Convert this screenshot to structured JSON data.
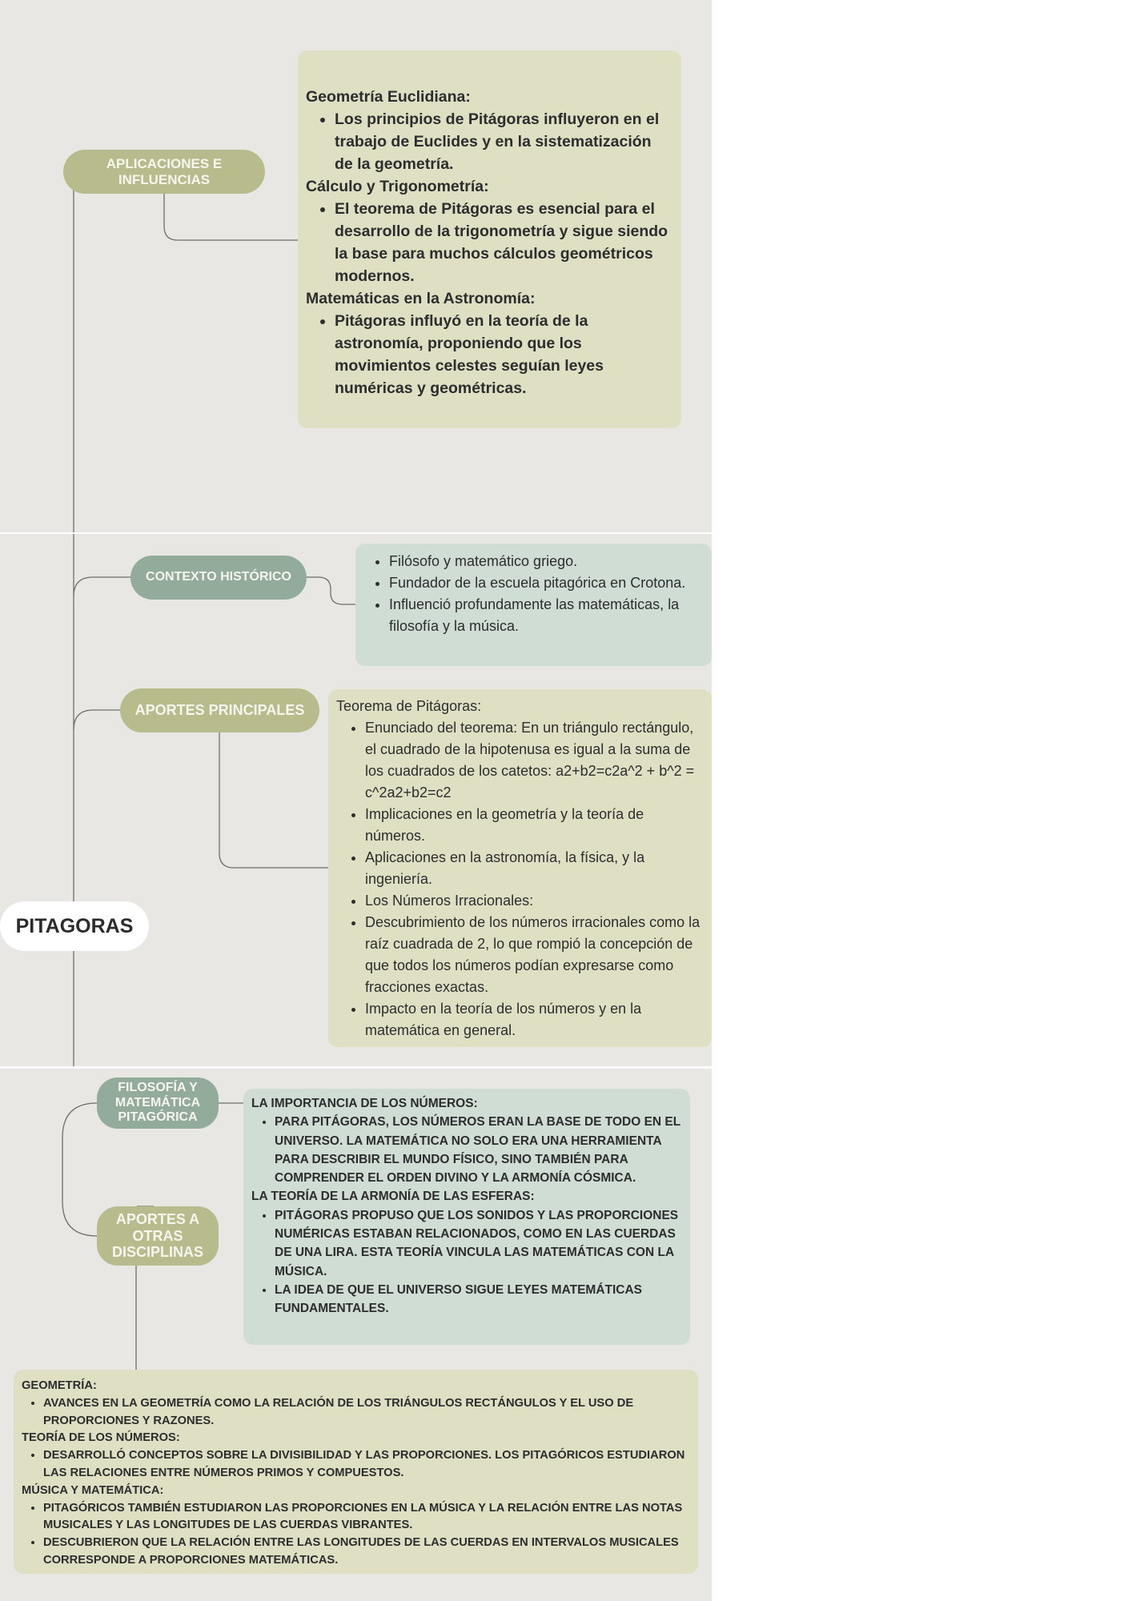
{
  "root": {
    "label": "PITAGORAS"
  },
  "nodes": {
    "aplicaciones": "APLICACIONES E INFLUENCIAS",
    "contexto": "CONTEXTO HISTÓRICO",
    "aportes": "APORTES PRINCIPALES",
    "filosofia": "FILOSOFÍA Y MATEMÁTICA PITAGÓRICA",
    "disciplinas": "APORTES A OTRAS DISCIPLINAS"
  },
  "aplicaciones_box": {
    "sections": [
      {
        "title": "Geometría Euclidiana:",
        "items": [
          "Los principios de Pitágoras influyeron en el trabajo de Euclides y en la sistematización de la geometría."
        ]
      },
      {
        "title": "Cálculo y Trigonometría:",
        "items": [
          "El teorema de Pitágoras es esencial para el desarrollo de la trigonometría y sigue siendo la base para muchos cálculos geométricos modernos."
        ]
      },
      {
        "title": "Matemáticas en la Astronomía:",
        "items": [
          "Pitágoras influyó en la teoría de la astronomía, proponiendo que los movimientos celestes seguían leyes numéricas y geométricas."
        ]
      }
    ]
  },
  "contexto_box": {
    "items": [
      "Filósofo y matemático griego.",
      "Fundador de la escuela pitagórica en Crotona.",
      "Influenció profundamente las matemáticas, la filosofía y la música."
    ]
  },
  "aportes_box": {
    "title": "Teorema de Pitágoras:",
    "items": [
      "Enunciado del teorema: En un triángulo rectángulo, el cuadrado de la hipotenusa es igual a la suma de los cuadrados de los catetos: a2+b2=c2a^2 + b^2 = c^2a2+b2=c2",
      "Implicaciones en la geometría y la teoría de números.",
      "Aplicaciones en la astronomía, la física, y la ingeniería.",
      "Los Números Irracionales:",
      "Descubrimiento de los números irracionales como la raíz cuadrada de 2, lo que rompió la concepción de que todos los números podían expresarse como fracciones exactas.",
      "Impacto en la teoría de los números y en la matemática en general."
    ]
  },
  "filosofia_box": {
    "sections": [
      {
        "title": "LA IMPORTANCIA DE LOS NÚMEROS:",
        "items": [
          "PARA PITÁGORAS, LOS NÚMEROS ERAN LA BASE DE TODO EN EL UNIVERSO. LA MATEMÁTICA NO SOLO ERA UNA HERRAMIENTA PARA DESCRIBIR EL MUNDO FÍSICO, SINO TAMBIÉN PARA COMPRENDER EL ORDEN DIVINO Y LA ARMONÍA CÓSMICA."
        ]
      },
      {
        "title": "LA TEORÍA DE LA ARMONÍA DE LAS ESFERAS:",
        "items": [
          "PITÁGORAS PROPUSO QUE LOS SONIDOS Y LAS PROPORCIONES NUMÉRICAS ESTABAN RELACIONADOS, COMO EN LAS CUERDAS DE UNA LIRA. ESTA TEORÍA VINCULA LAS MATEMÁTICAS CON LA MÚSICA.",
          "LA IDEA DE QUE EL UNIVERSO SIGUE LEYES MATEMÁTICAS FUNDAMENTALES."
        ]
      }
    ]
  },
  "disciplinas_box": {
    "sections": [
      {
        "title": "GEOMETRÍA:",
        "items": [
          "AVANCES EN LA GEOMETRÍA COMO LA RELACIÓN DE LOS TRIÁNGULOS RECTÁNGULOS Y EL USO DE PROPORCIONES Y RAZONES."
        ]
      },
      {
        "title": "TEORÍA DE LOS NÚMEROS:",
        "items": [
          "DESARROLLÓ CONCEPTOS SOBRE LA DIVISIBILIDAD Y LAS PROPORCIONES. LOS PITAGÓRICOS ESTUDIARON LAS RELACIONES ENTRE NÚMEROS PRIMOS Y COMPUESTOS."
        ]
      },
      {
        "title": "MÚSICA Y MATEMÁTICA:",
        "items": [
          "PITAGÓRICOS TAMBIÉN ESTUDIARON LAS PROPORCIONES EN LA MÚSICA Y LA RELACIÓN ENTRE LAS NOTAS MUSICALES Y LAS LONGITUDES DE LAS CUERDAS VIBRANTES.",
          "DESCUBRIERON QUE LA RELACIÓN ENTRE LAS LONGITUDES DE LAS CUERDAS EN INTERVALOS MUSICALES CORRESPONDE A PROPORCIONES MATEMÁTICAS."
        ]
      }
    ]
  },
  "colors": {
    "olive": "#b8bc8c",
    "sage": "#93ab9b",
    "beige": "#dfdfc4",
    "mint": "#cfddd5",
    "panel": "#e8e7e4"
  }
}
